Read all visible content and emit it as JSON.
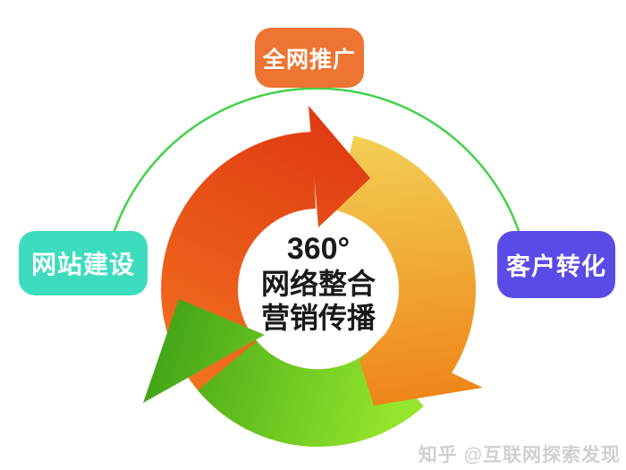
{
  "page": {
    "background": "#FFFFFF"
  },
  "center_text": {
    "line1": "360°",
    "line2": "网络整合",
    "line3": "营销传播",
    "color": "#1A1A1A"
  },
  "nodes": {
    "top": {
      "label": "全网推广",
      "color": "#ED7433"
    },
    "left": {
      "label": "网站建设",
      "color": "#3EDCBE"
    },
    "right": {
      "label": "客户转化",
      "color": "#5B4BE6"
    }
  },
  "connector_arc": {
    "color": "#43D14A"
  },
  "cycle_arrows": {
    "red": {
      "name": "red-arrow",
      "color_from": "#F2711F",
      "color_to": "#E03A12"
    },
    "orange": {
      "name": "orange-arrow",
      "color_from": "#F2CF55",
      "color_to": "#EF8316"
    },
    "green": {
      "name": "green-arrow",
      "color_from": "#95E62C",
      "color_to": "#43A517"
    }
  },
  "watermark": {
    "text": "知乎 @互联网探索发现",
    "color": "#D0D0D0"
  }
}
